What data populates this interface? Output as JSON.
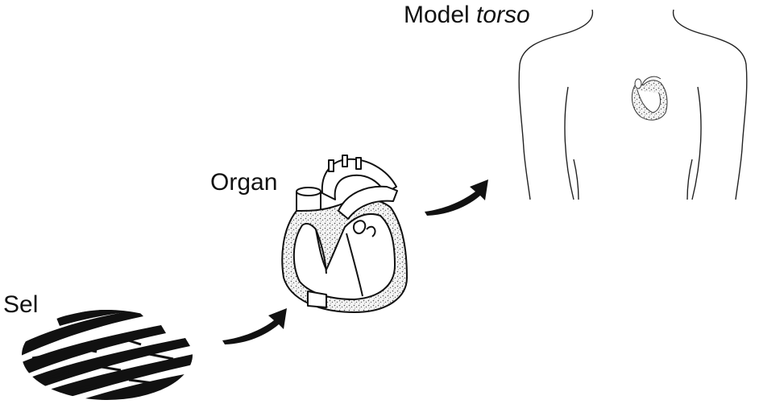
{
  "stages": [
    {
      "id": "cell",
      "label": "Sel"
    },
    {
      "id": "organ",
      "label": "Organ"
    },
    {
      "id": "torso",
      "label_main": "Model ",
      "label_italic": "torso"
    }
  ],
  "colors": {
    "ink": "#111111",
    "stipple": "#9a9a9a",
    "background": "#ffffff"
  }
}
